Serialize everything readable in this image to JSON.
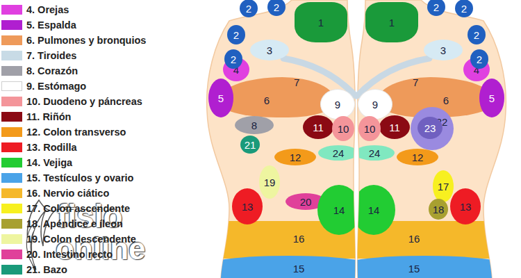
{
  "diagram": {
    "nodes": [
      {
        "text": [
          "2"
        ]
      },
      {
        "text": [
          "2"
        ]
      },
      {
        "text": [
          "2"
        ]
      },
      {
        "text": [
          "2"
        ]
      },
      {
        "text": [
          "1"
        ]
      },
      {
        "text": [
          "3"
        ]
      },
      {
        "text": [
          "4"
        ]
      },
      {
        "text": [
          "5"
        ]
      },
      {
        "text": [
          "6"
        ]
      },
      {
        "text": [
          "9"
        ]
      },
      {
        "text": [
          "8"
        ]
      },
      {
        "text": [
          "11"
        ]
      },
      {
        "text": [
          "10"
        ]
      },
      {
        "text": [
          "21"
        ]
      },
      {
        "text": [
          "12"
        ]
      },
      {
        "text": [
          "24"
        ]
      },
      {
        "text": [
          "19"
        ]
      },
      {
        "text": [
          "20"
        ]
      },
      {
        "text": [
          "13"
        ]
      },
      {
        "text": [
          "14"
        ]
      },
      {
        "text": [
          "16"
        ]
      },
      {
        "text": [
          "15"
        ]
      },
      {
        "text": [
          "2"
        ]
      },
      {
        "text": [
          "2"
        ]
      },
      {
        "text": [
          "2"
        ]
      },
      {
        "text": [
          "2"
        ]
      },
      {
        "text": [
          "1"
        ]
      },
      {
        "text": [
          "3"
        ]
      },
      {
        "text": [
          "4"
        ]
      },
      {
        "text": [
          "5"
        ]
      },
      {
        "text": [
          "6"
        ]
      },
      {
        "text": [
          "9"
        ]
      },
      {
        "text": [
          "22"
        ]
      },
      {
        "text": [
          "23"
        ],
        "in": 32
      },
      {
        "text": [
          "11"
        ]
      },
      {
        "text": [
          "10"
        ]
      },
      {
        "text": [
          "12"
        ]
      },
      {
        "text": [
          "24"
        ]
      },
      {
        "text": [
          "17"
        ]
      },
      {
        "text": [
          "18"
        ]
      },
      {
        "text": [
          "13"
        ]
      },
      {
        "text": [
          "14"
        ]
      },
      {
        "text": [
          "16"
        ]
      },
      {
        "text": [
          "15"
        ]
      }
    ],
    "labels": [
      "7",
      "7",
      "fisio",
      "online"
    ],
    "legend": [
      {
        "text": "4. Orejas",
        "color": "#e040e0"
      },
      {
        "text": "5. Espalda",
        "color": "#b01fd0"
      },
      {
        "text": "6. Pulmones y bronquios",
        "color": "#ee9a5a"
      },
      {
        "text": "7. Tiroides",
        "color": "#c8dbe6"
      },
      {
        "text": "8. Corazón",
        "color": "#a0a0a8"
      },
      {
        "text": "9. Estómago",
        "color": "#ffffff"
      },
      {
        "text": "10. Duodeno y páncreas",
        "color": "#f4959a"
      },
      {
        "text": "11. Riñón",
        "color": "#8b0a14"
      },
      {
        "text": "12. Colon transverso",
        "color": "#f39a1a"
      },
      {
        "text": "13. Rodilla",
        "color": "#ee1c24"
      },
      {
        "text": "14. Vejiga",
        "color": "#22cc33"
      },
      {
        "text": "15. Testículos y ovario",
        "color": "#4aa3e8"
      },
      {
        "text": "16. Nervio ciático",
        "color": "#f5b82a"
      },
      {
        "text": "17. Colon ascendente",
        "color": "#f7f020"
      },
      {
        "text": "18. Apéndice e íleon",
        "color": "#a8a030"
      },
      {
        "text": "19. Colon descendente",
        "color": "#eef5a0"
      },
      {
        "text": "20. Intestino recto",
        "color": "#e0409a"
      },
      {
        "text": "21. Bazo",
        "color": "#1a9a7a"
      }
    ]
  }
}
